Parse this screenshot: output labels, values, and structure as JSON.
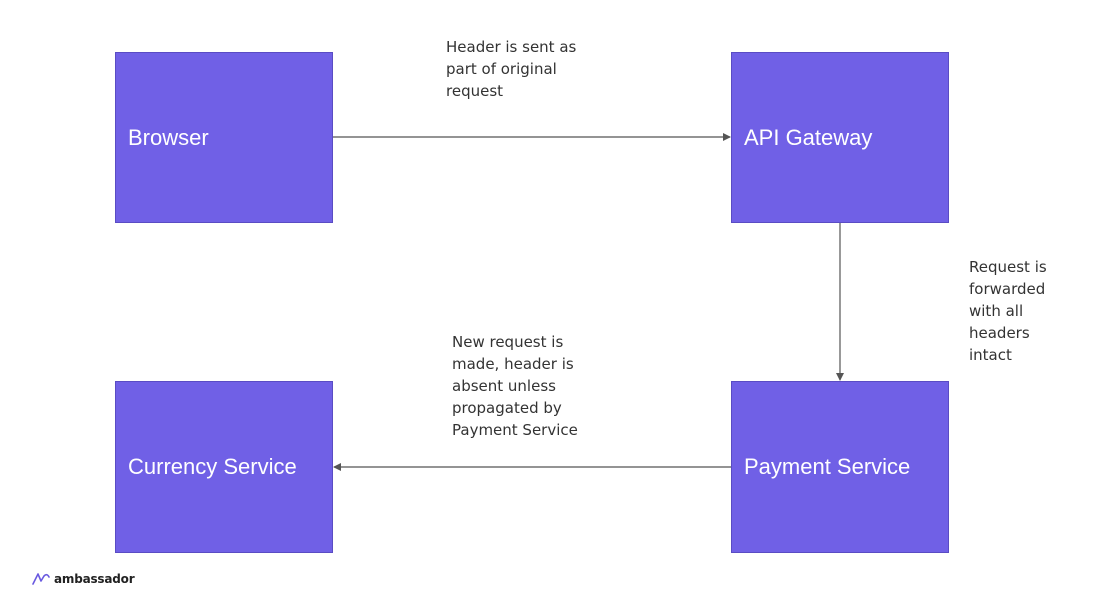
{
  "nodes": {
    "browser": "Browser",
    "gateway": "API Gateway",
    "currency": "Currency Service",
    "payment": "Payment Service"
  },
  "notes": {
    "header_sent": "Header is sent as\npart of original\nrequest",
    "forwarded": "Request is\nforwarded\nwith all\nheaders\nintact",
    "new_request": "New request is\nmade, header is\nabsent unless\npropagated by\nPayment Service"
  },
  "brand": {
    "name": "ambassador",
    "icon": "ambassador-logo-icon"
  },
  "colors": {
    "box_fill": "#7060e6",
    "arrow": "#555555"
  }
}
